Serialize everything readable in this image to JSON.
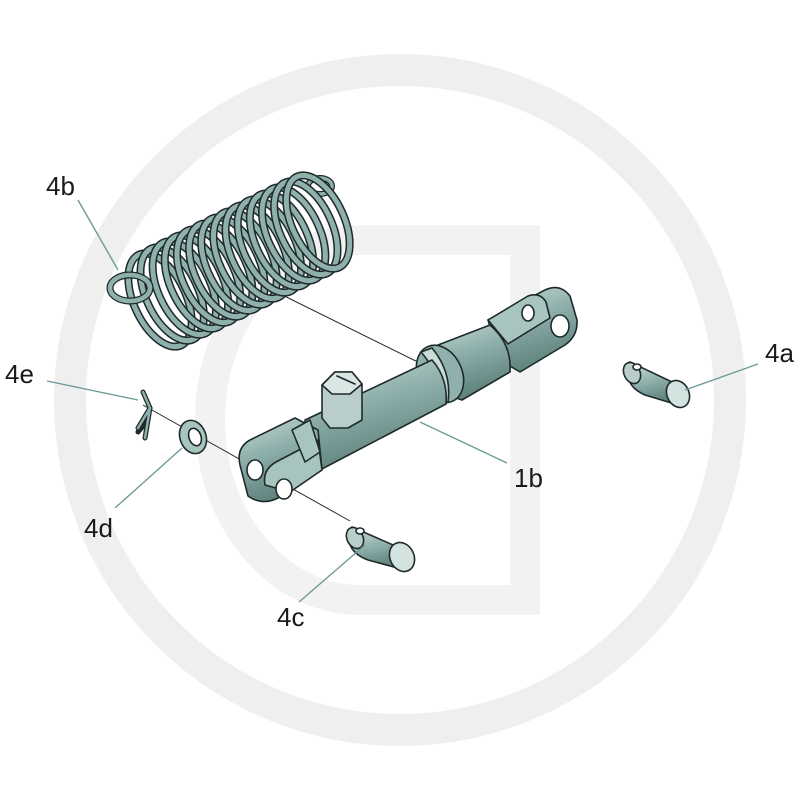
{
  "diagram": {
    "watermark": "G-logo-watermark",
    "colors": {
      "part_fill": "#8fb0ac",
      "part_light": "#c9dcd8",
      "part_dark": "#5f827d",
      "outline": "#1e2a2a",
      "leader": "#6f9a9a",
      "watermark": "#efefef"
    },
    "labels": {
      "spring": "4b",
      "pin_right": "4a",
      "cotter": "4e",
      "washer": "4d",
      "pin_lower": "4c",
      "rod": "1b"
    }
  }
}
